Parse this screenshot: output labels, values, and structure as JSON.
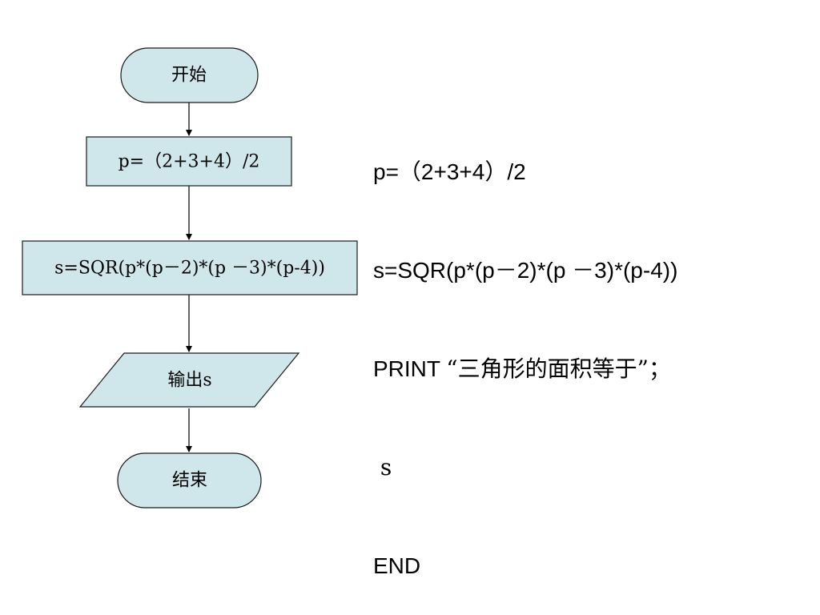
{
  "flowchart": {
    "start": "开始",
    "step1": "p=（2+3+4）/2",
    "step2": "s=SQR(p*(p－2)*(p －3)*(p-4))",
    "output": "输出s",
    "end": "结束"
  },
  "program": {
    "line1": "p=（2+3+4）/2",
    "line2": "s=SQR(p*(p－2)*(p －3)*(p-4))",
    "line3_keyword": "PRINT",
    "line3_text": "“三角形的面积等于”；",
    "line4": "s",
    "line5": "END"
  },
  "colors": {
    "node_fill": "#cfe6ea",
    "node_stroke": "#1a1a1a"
  }
}
